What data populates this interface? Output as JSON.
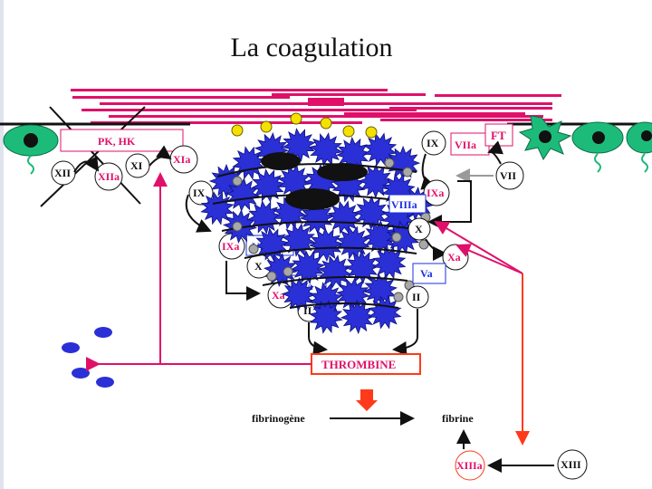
{
  "title": "La coagulation",
  "colors": {
    "magenta": "#e0106a",
    "platelet_blue": "#2a2fd6",
    "cell_green": "#1dbb7a",
    "yellow": "#f5e100",
    "gray": "#a8a8a8",
    "red": "#ff3a1a"
  },
  "labels": {
    "pk_hk": "PK, HK",
    "xii": "XII",
    "xiia": "XIIa",
    "xi": "XI",
    "xia": "XIa",
    "ix_left": "IX",
    "ixa_left": "IXa",
    "viiia_left": "VIIIa",
    "x_left": "X",
    "xa_left": "Xa",
    "va_left": "Va",
    "ii_left": "II",
    "ix_top": "IX",
    "viia": "VIIa",
    "ft": "FT",
    "vii": "VII",
    "ixa_right": "IXa",
    "viiia_right": "VIIIa",
    "x_right": "X",
    "xa_right": "Xa",
    "va_right": "Va",
    "ii_right": "II",
    "thrombine": "THROMBINE",
    "fibrinogene": "fibrinogène",
    "fibrine": "fibrine",
    "xiiia": "XIIIa",
    "xiii": "XIII"
  }
}
